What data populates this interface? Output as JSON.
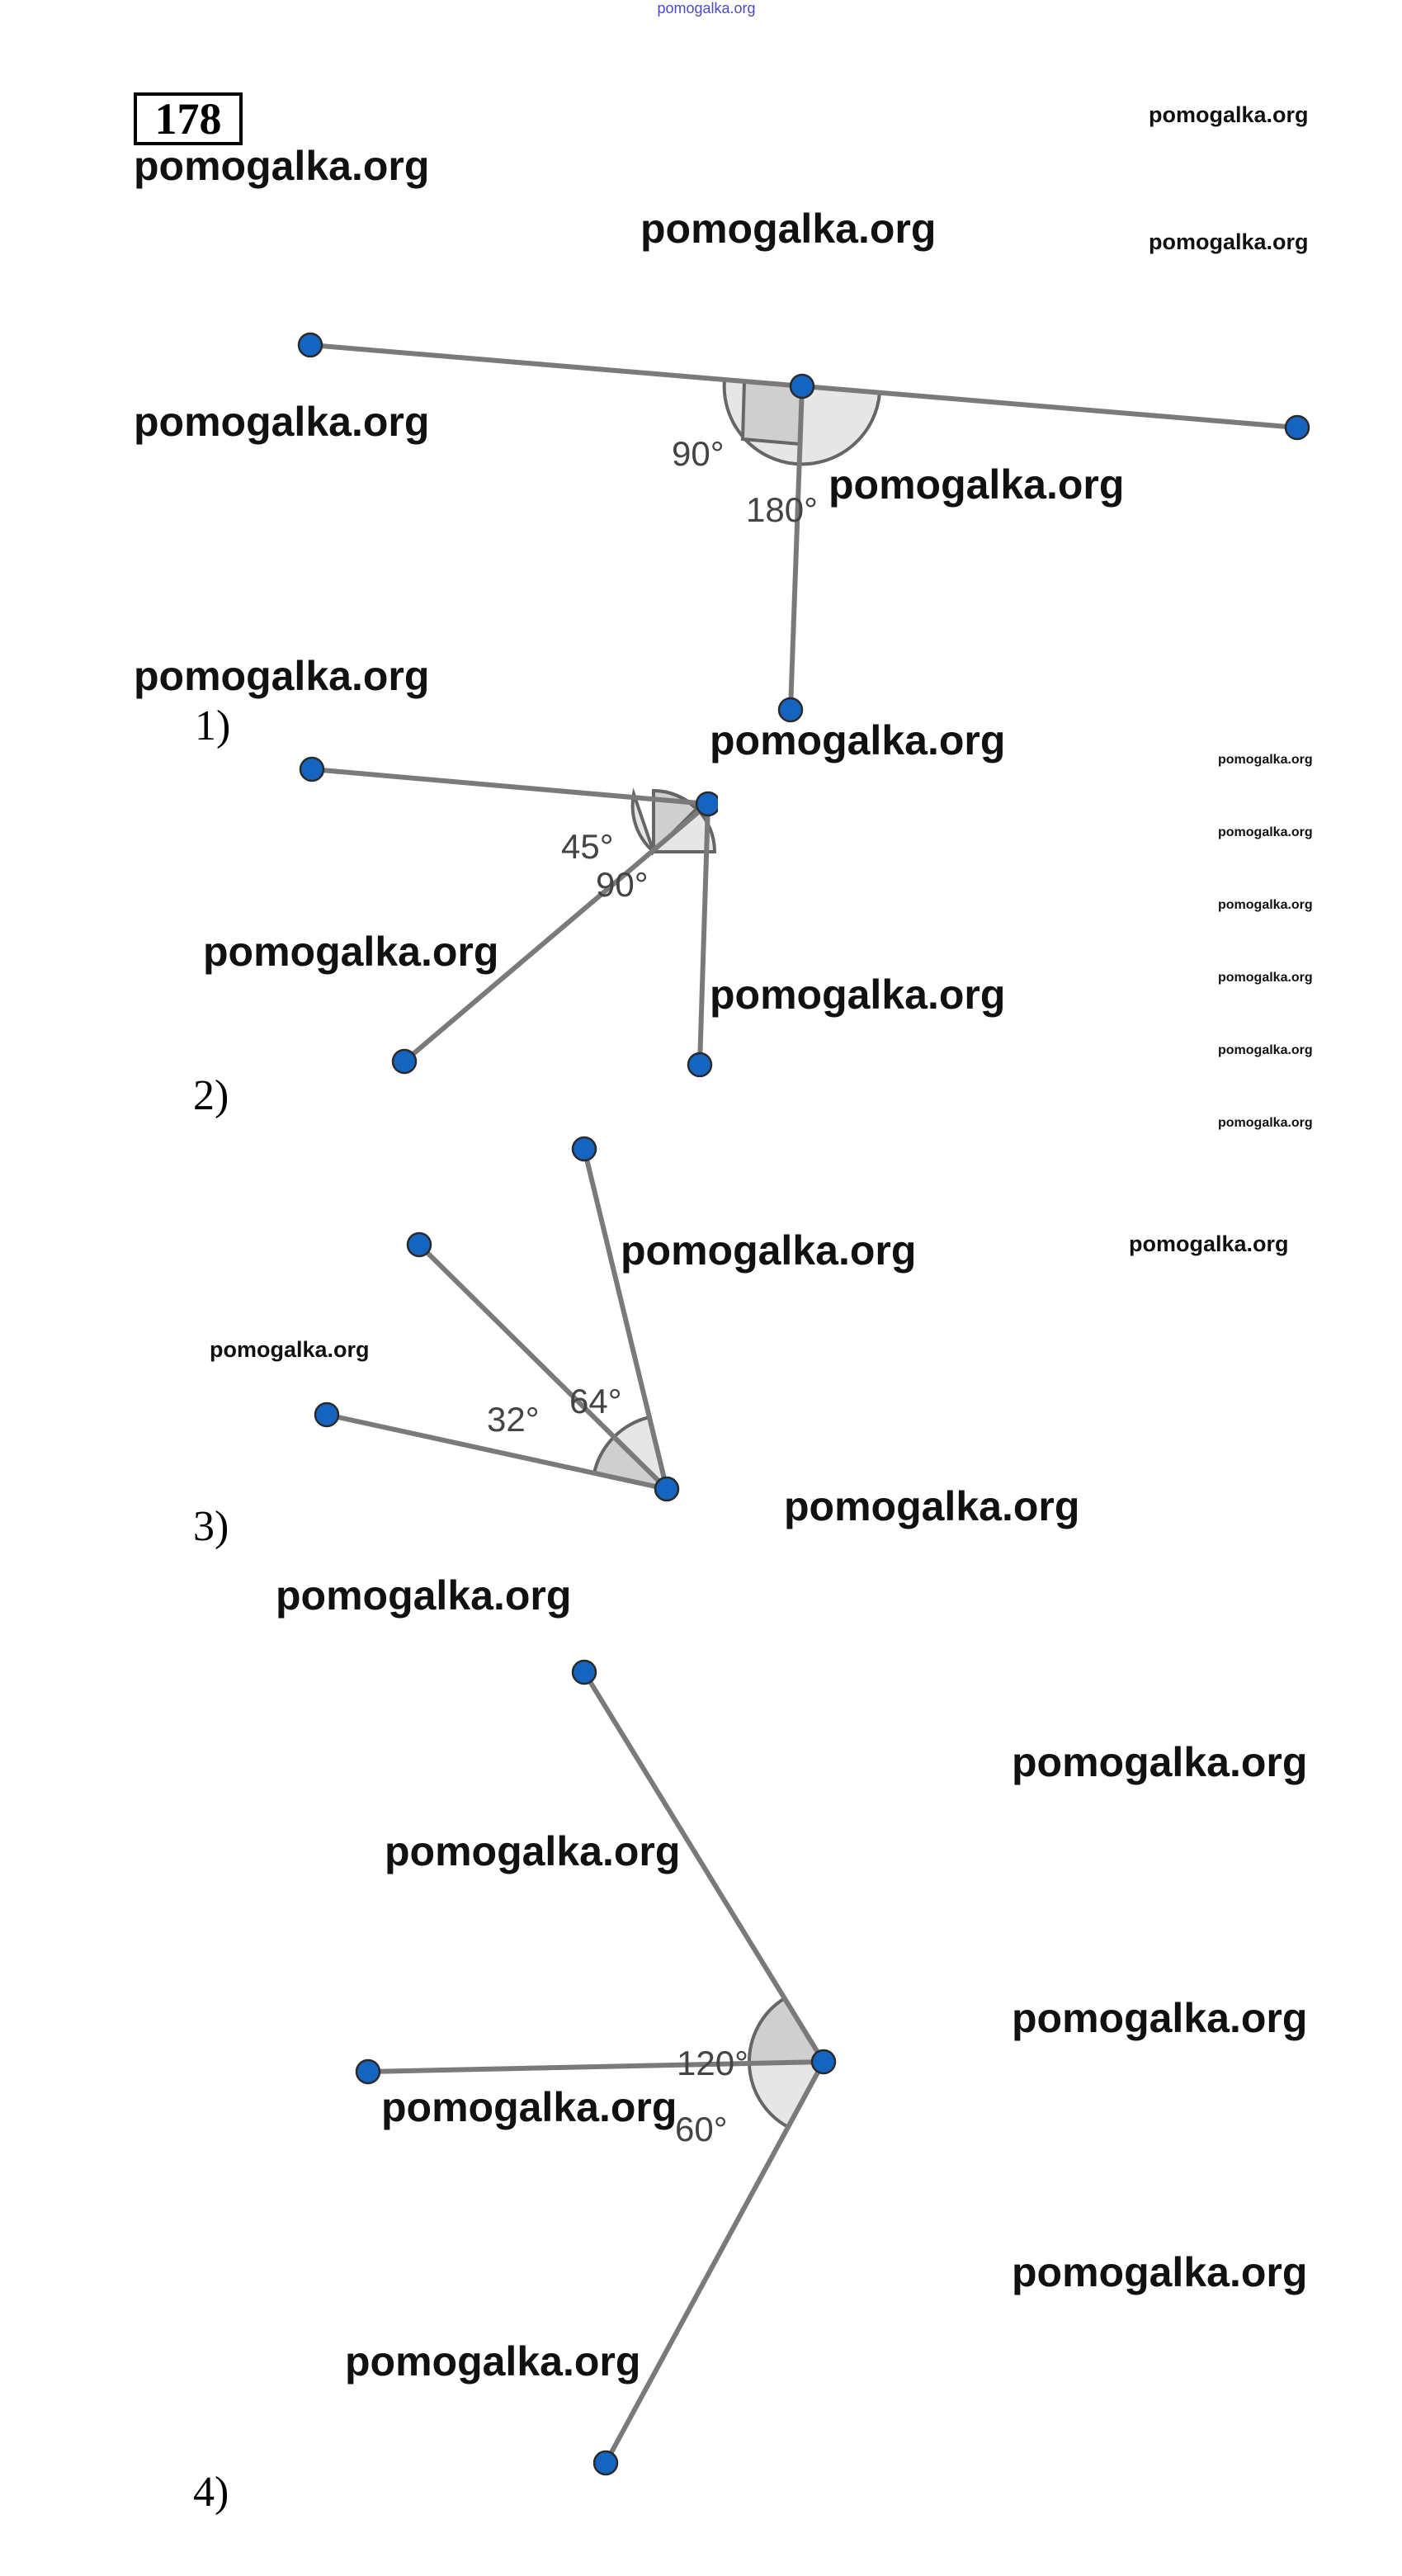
{
  "watermark": "pomogalka.org",
  "problem_number": "178",
  "items": [
    "1)",
    "2)",
    "3)",
    "4)"
  ],
  "figures": [
    {
      "angles": [
        "90°",
        "180°"
      ]
    },
    {
      "angles": [
        "45°",
        "90°"
      ]
    },
    {
      "angles": [
        "32°",
        "64°"
      ]
    },
    {
      "angles": [
        "120°",
        "60°"
      ]
    }
  ],
  "colors": {
    "point": "#1565c0",
    "segment": "#7a7a7a",
    "watermark_top": "#4a4ad0"
  }
}
